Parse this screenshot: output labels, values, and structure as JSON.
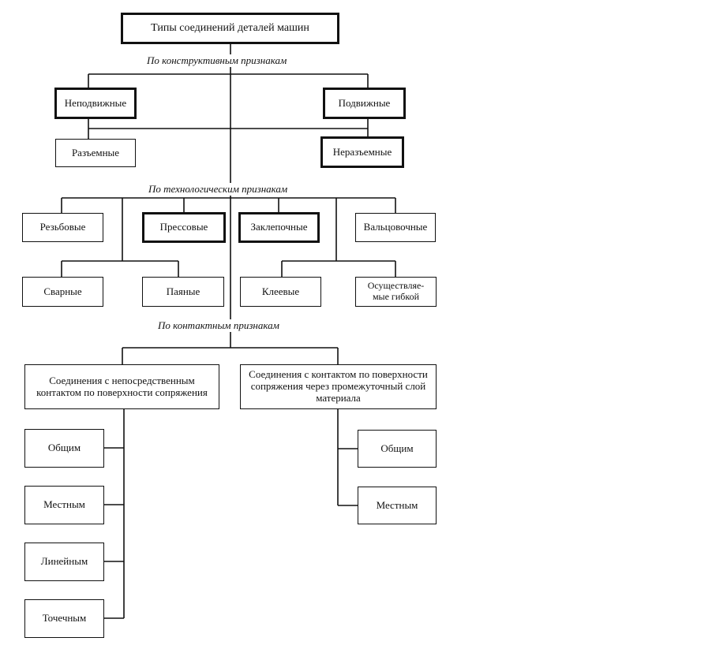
{
  "title": "Типы соединений деталей машин",
  "captions": {
    "constructive": "По конструктивным признакам",
    "technological": "По технологическим признакам",
    "contact": "По контактным признакам"
  },
  "constructive": {
    "fixed": "Неподвижные",
    "movable": "Подвижные",
    "detachable": "Разъемные",
    "nondetachable": "Неразъемные"
  },
  "technological": {
    "threaded": "Резьбовые",
    "press": "Прессовые",
    "riveted": "Заклепочные",
    "rolled": "Вальцовочные",
    "welded": "Сварные",
    "soldered": "Паяные",
    "glued": "Клеевые",
    "flexing": "Осуществляе-мые гибкой"
  },
  "contact": {
    "direct": "Соединения с непосредственным контактом по поверхности сопряжения",
    "intermediate": "Соединения с контактом по поверхности сопряжения через промежуточный слой материала",
    "left_items": [
      "Общим",
      "Местным",
      "Линейным",
      "Точечным"
    ],
    "right_items": [
      "Общим",
      "Местным"
    ]
  }
}
